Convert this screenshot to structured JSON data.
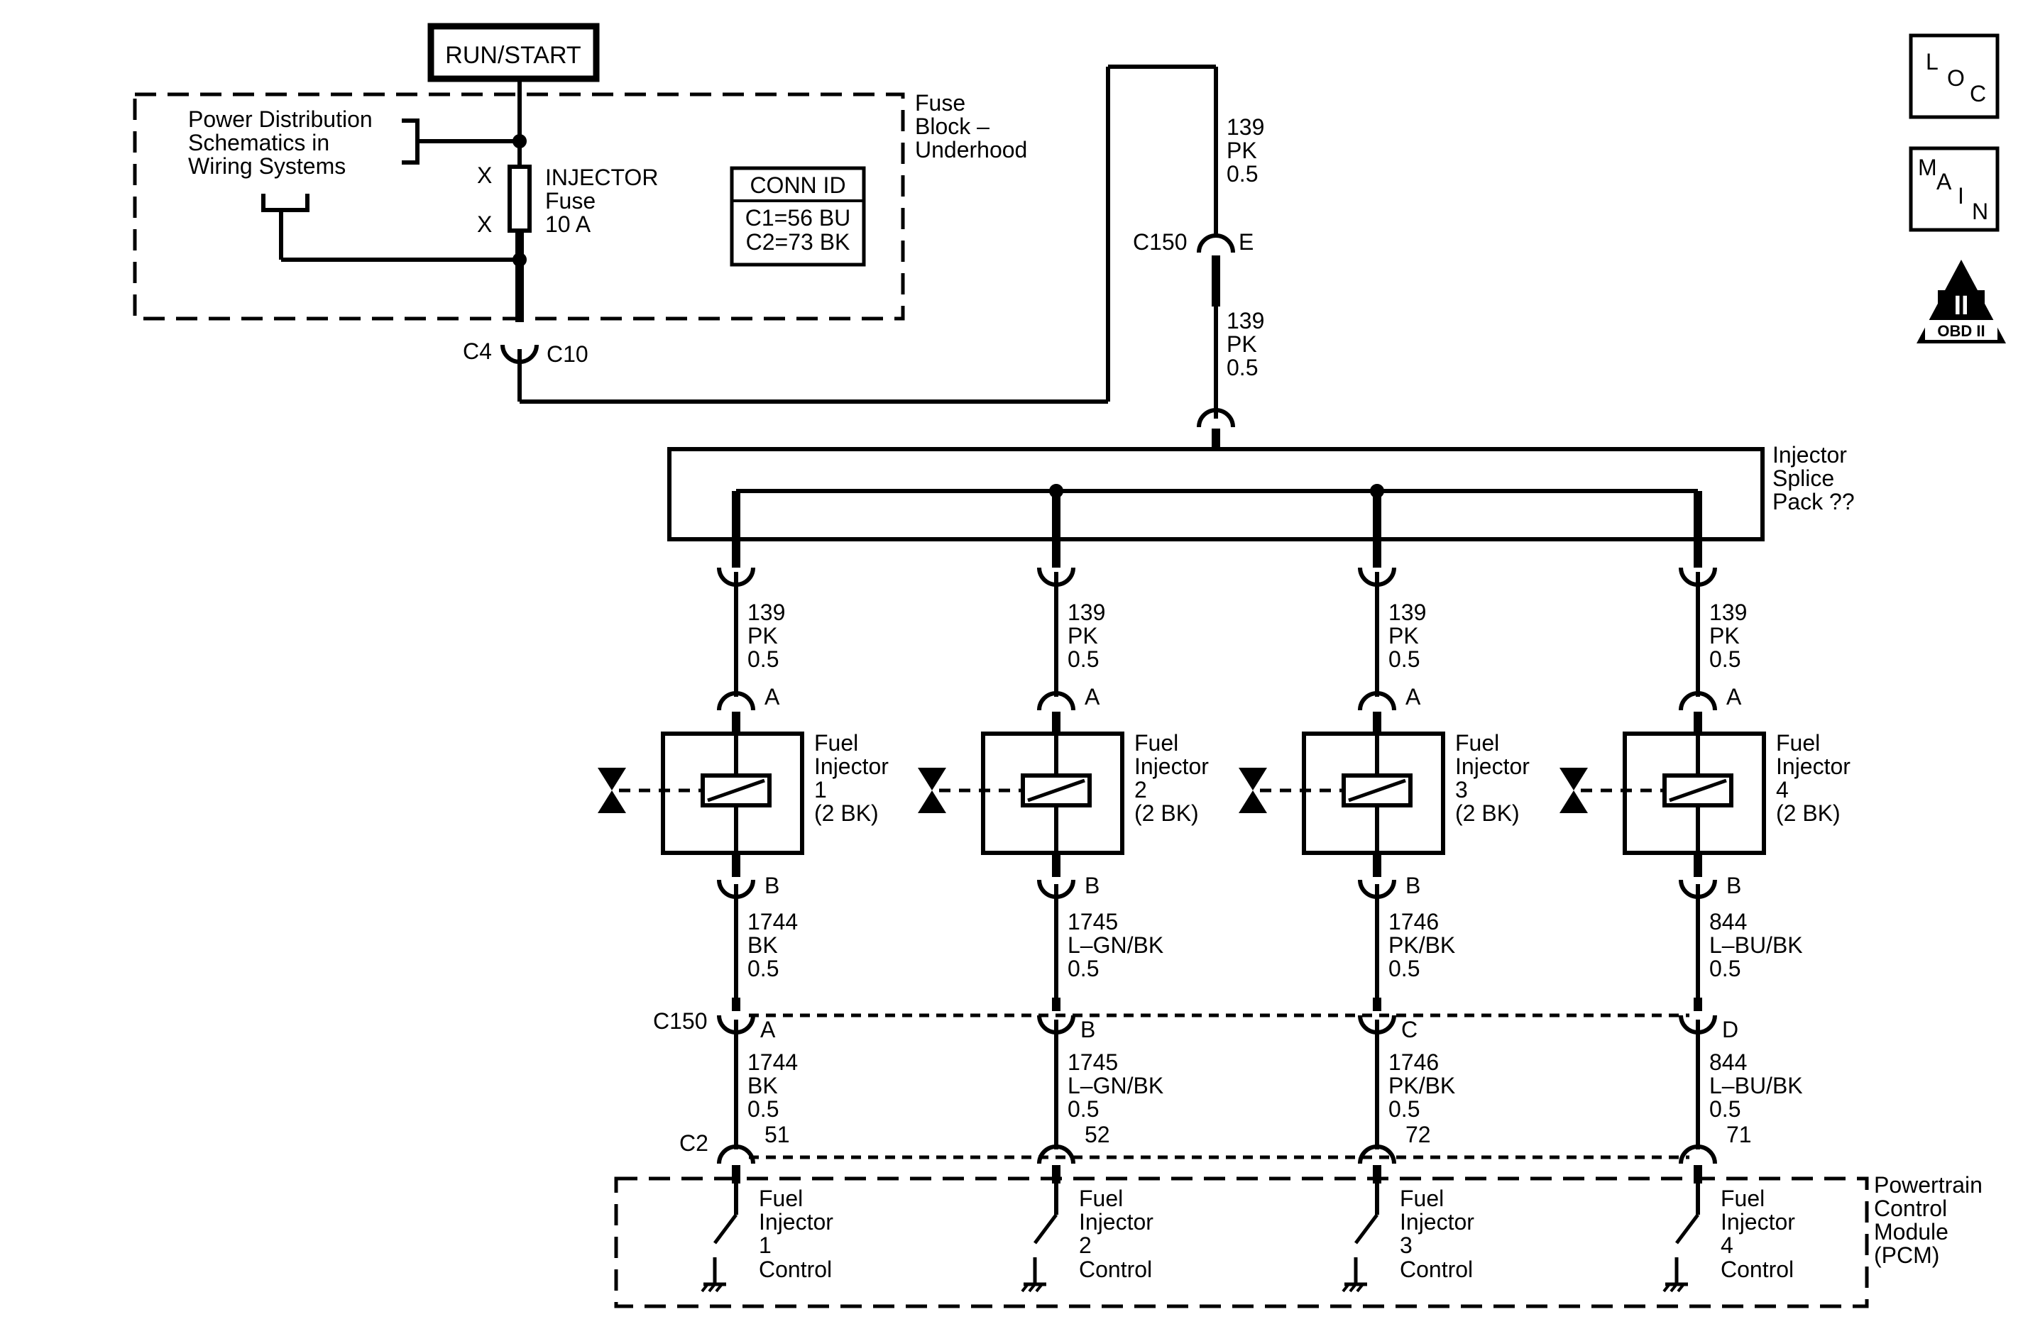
{
  "power_source": "RUN/START",
  "power_distribution_ref": [
    "Power Distribution",
    "Schematics in",
    "Wiring Systems"
  ],
  "fuse_block": [
    "Fuse",
    "Block –",
    "Underhood"
  ],
  "fuse": {
    "name": "INJECTOR",
    "type": "Fuse",
    "rating": "10 A",
    "pin_mark": "X"
  },
  "conn_id": {
    "title": "CONN ID",
    "c1": "C1=56 BU",
    "c2": "C2=73 BK"
  },
  "connectors": {
    "c4": "C4",
    "c10": "C10",
    "c150": "C150",
    "c150_pin": "E",
    "c2": "C2"
  },
  "feed_wire": {
    "circuit": "139",
    "color": "PK",
    "size": "0.5"
  },
  "splice_pack": [
    "Injector",
    "Splice",
    "Pack ??"
  ],
  "pcm": [
    "Powertrain",
    "Control",
    "Module",
    "(PCM)"
  ],
  "nav": {
    "loc": [
      "L",
      "O",
      "C"
    ],
    "main": [
      "M",
      "A",
      "I",
      "N"
    ],
    "obd": {
      "numeral": "II",
      "text": "OBD II"
    }
  },
  "injector_words": {
    "fuel": "Fuel",
    "injector": "Injector",
    "control": "Control"
  },
  "pin_labels": {
    "a": "A",
    "b": "B"
  },
  "injectors": [
    {
      "number": "1",
      "wire_label": "(2 BK)",
      "supply": {
        "circuit": "139",
        "color": "PK",
        "size": "0.5"
      },
      "control": {
        "circuit": "1744",
        "color": "BK",
        "size": "0.5"
      },
      "c150_pin": "A",
      "pcm_pin": "51"
    },
    {
      "number": "2",
      "wire_label": "(2 BK)",
      "supply": {
        "circuit": "139",
        "color": "PK",
        "size": "0.5"
      },
      "control": {
        "circuit": "1745",
        "color": "L–GN/BK",
        "size": "0.5"
      },
      "c150_pin": "B",
      "pcm_pin": "52"
    },
    {
      "number": "3",
      "wire_label": "(2 BK)",
      "supply": {
        "circuit": "139",
        "color": "PK",
        "size": "0.5"
      },
      "control": {
        "circuit": "1746",
        "color": "PK/BK",
        "size": "0.5"
      },
      "c150_pin": "C",
      "pcm_pin": "72"
    },
    {
      "number": "4",
      "wire_label": "(2 BK)",
      "supply": {
        "circuit": "139",
        "color": "PK",
        "size": "0.5"
      },
      "control": {
        "circuit": "844",
        "color": "L–BU/BK",
        "size": "0.5"
      },
      "c150_pin": "D",
      "pcm_pin": "71"
    }
  ]
}
